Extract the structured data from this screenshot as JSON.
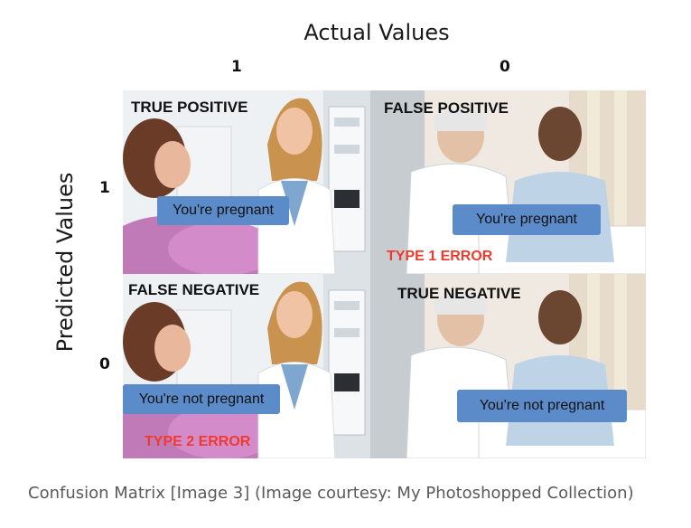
{
  "axes": {
    "actual_title": "Actual Values",
    "predicted_title": "Predicted Values",
    "col_labels": [
      "1",
      "0"
    ],
    "row_labels": [
      "1",
      "0"
    ]
  },
  "cells": {
    "tp": {
      "label": "TRUE POSITIVE",
      "bubble": "You're pregnant"
    },
    "fp": {
      "label": "FALSE POSITIVE",
      "bubble": "You're pregnant",
      "error": "TYPE 1 ERROR"
    },
    "fn": {
      "label": "FALSE NEGATIVE",
      "bubble": "You're not pregnant",
      "error": "TYPE 2 ERROR"
    },
    "tn": {
      "label": "TRUE NEGATIVE",
      "bubble": "You're not pregnant"
    }
  },
  "caption": "Confusion Matrix [Image 3] (Image courtesy: My Photoshopped Collection)",
  "colors": {
    "bubble": "#5b8bc9",
    "error": "#ee3b2e"
  }
}
